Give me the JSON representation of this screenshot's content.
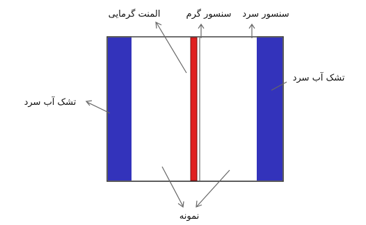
{
  "labels": {
    "cold_sensor": "سنسور سرد",
    "hot_sensor": "سنسور گرم",
    "heater_element": "المنت گرمایی",
    "cold_mattress_right": "تشک آب سرد",
    "cold_mattress_left": "تشک آب سرد",
    "sample": "نمونه"
  },
  "colors": {
    "cold_mattress": "#3333bb",
    "heater": "#e02020",
    "heater_edge": "#7a1010",
    "outline": "#333333",
    "arrow": "#666666"
  }
}
